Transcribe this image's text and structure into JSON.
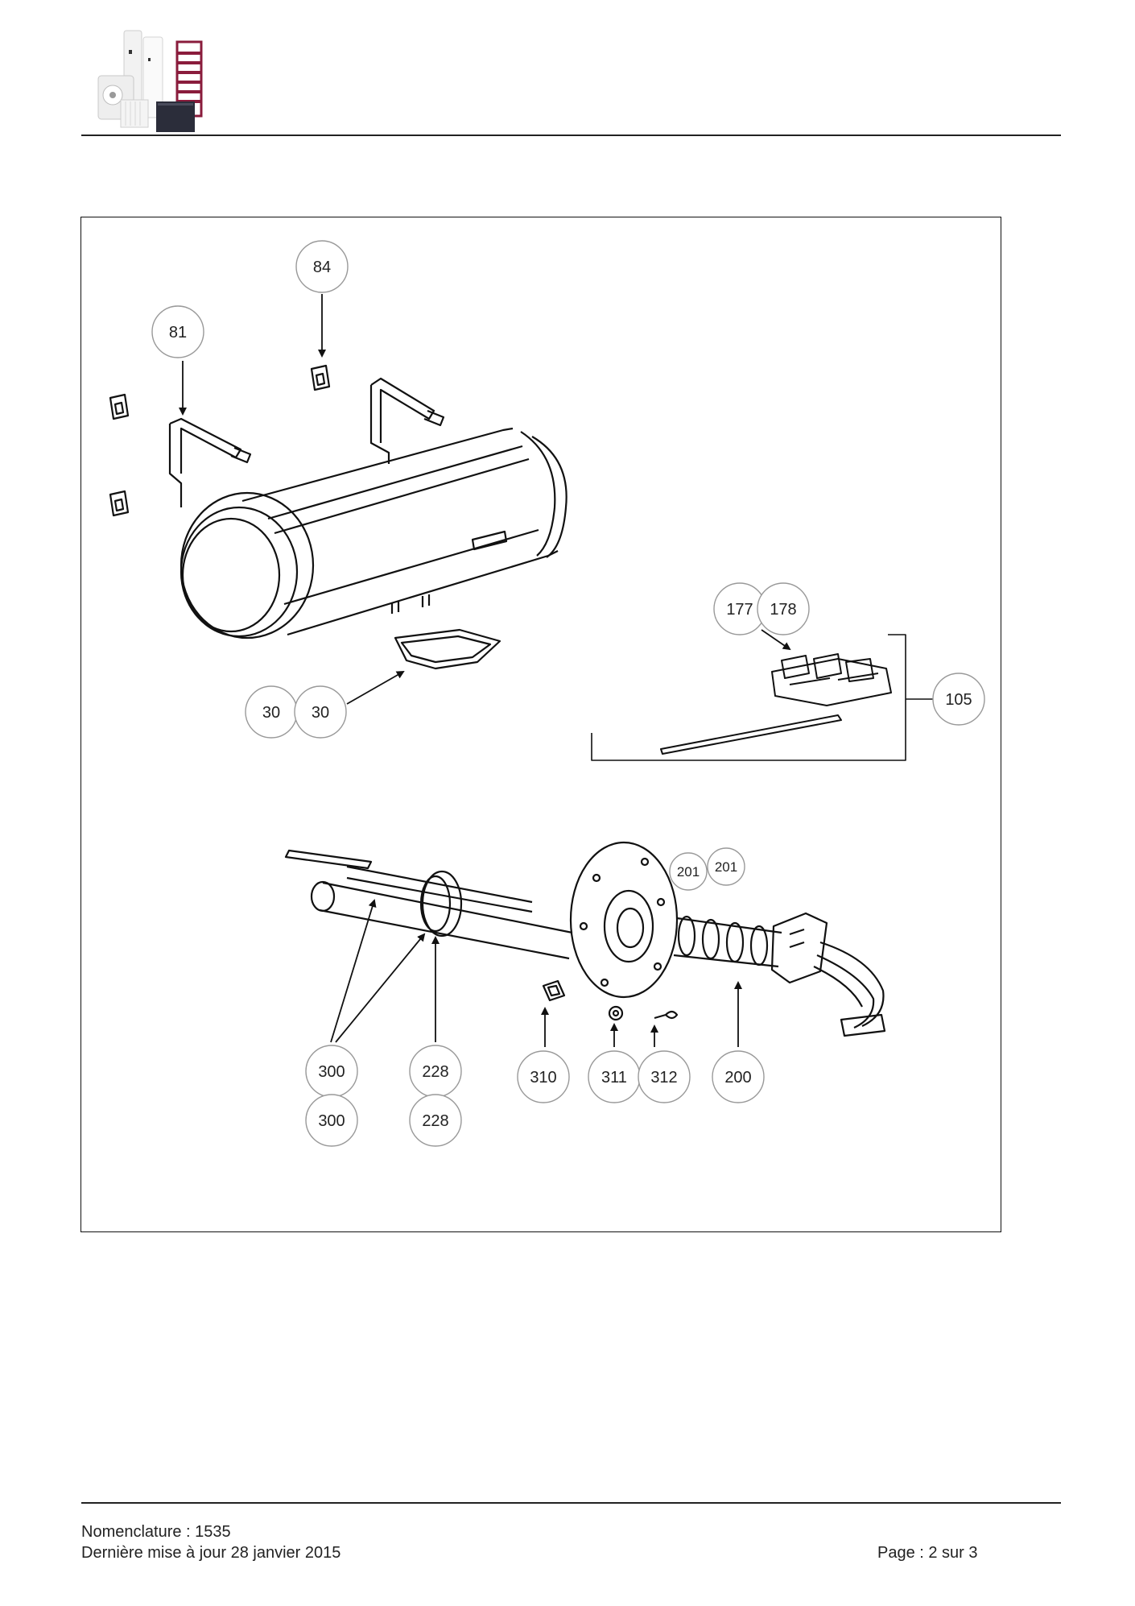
{
  "diagram": {
    "callouts": [
      {
        "id": "c84",
        "label": "84"
      },
      {
        "id": "c81",
        "label": "81"
      },
      {
        "id": "c30a",
        "label": "30"
      },
      {
        "id": "c30b",
        "label": "30"
      },
      {
        "id": "c177",
        "label": "177"
      },
      {
        "id": "c178",
        "label": "178"
      },
      {
        "id": "c105",
        "label": "105"
      },
      {
        "id": "c201a",
        "label": "201"
      },
      {
        "id": "c201b",
        "label": "201"
      },
      {
        "id": "c300a",
        "label": "300"
      },
      {
        "id": "c300b",
        "label": "300"
      },
      {
        "id": "c228a",
        "label": "228"
      },
      {
        "id": "c228b",
        "label": "228"
      },
      {
        "id": "c310",
        "label": "310"
      },
      {
        "id": "c311",
        "label": "311"
      },
      {
        "id": "c312",
        "label": "312"
      },
      {
        "id": "c200",
        "label": "200"
      }
    ]
  },
  "footer": {
    "nomenclature": "Nomenclature : 1535",
    "updated": "Dernière mise à jour 28 janvier 2015",
    "page": "Page : 2 sur 3"
  },
  "colors": {
    "logo_accent": "#8a1c3c",
    "logo_dark": "#2b2d3a",
    "ink": "#222222"
  }
}
